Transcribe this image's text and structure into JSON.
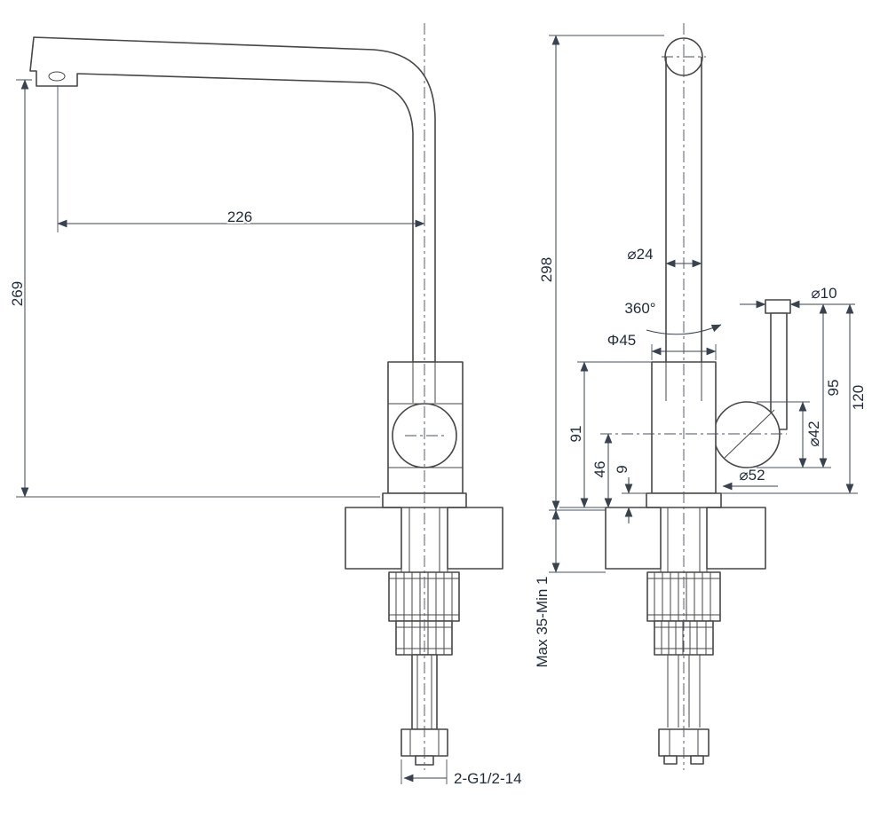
{
  "dims": {
    "spout_reach": "226",
    "spout_height": "269",
    "total_height": "298",
    "pipe_diameter": "⌀24",
    "swivel_angle": "360°",
    "body_diameter": "Φ45",
    "lever_diameter": "⌀10",
    "lever_height": "95",
    "handle_total_height": "120",
    "ball_diameter": "⌀42",
    "body_height": "91",
    "ball_center_height": "46",
    "flange_height": "9",
    "base_diameter": "⌀52",
    "deck_thickness": "Max 35-Min 1",
    "thread_spec": "2-G1/2-14"
  }
}
